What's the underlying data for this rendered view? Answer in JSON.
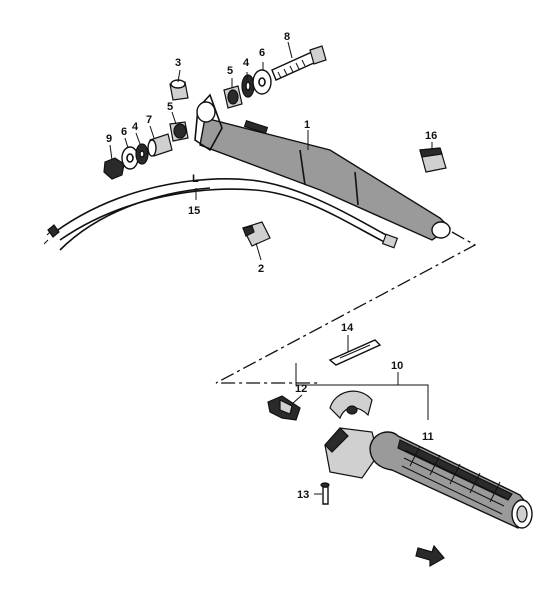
{
  "callouts": {
    "c1": "1",
    "c2": "2",
    "c3": "3",
    "c4a": "4",
    "c4b": "4",
    "c5a": "5",
    "c5b": "5",
    "c6a": "6",
    "c6b": "6",
    "c7": "7",
    "c8": "8",
    "c9": "9",
    "c10": "10",
    "c11": "11",
    "c12": "12",
    "c13": "13",
    "c14": "14",
    "c15": "15",
    "c16": "16",
    "cL": "L"
  },
  "colors": {
    "ink": "#111111",
    "shade": "#9a9a9a",
    "background": "#ffffff"
  }
}
